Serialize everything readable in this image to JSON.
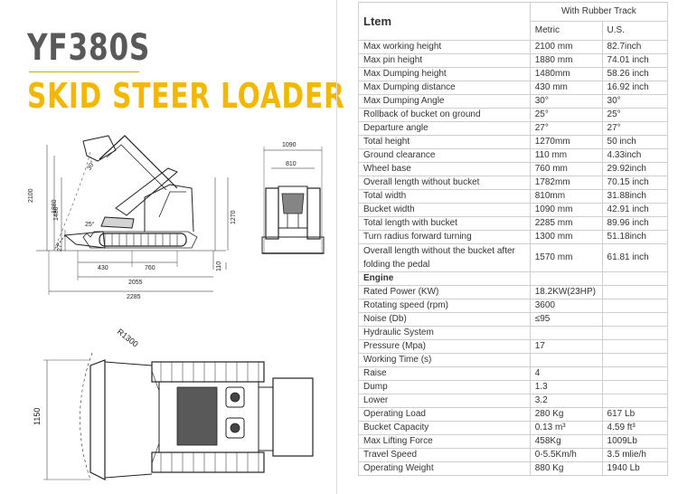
{
  "title": {
    "model": "YF380S",
    "subtitle": "SKID STEER LOADER"
  },
  "drawing": {
    "side_dims": [
      "2100",
      "1880",
      "1480",
      "27°",
      "430",
      "760",
      "2055",
      "2285",
      "30°",
      "25°",
      "1270",
      "110"
    ],
    "front_dims": [
      "1090",
      "810"
    ],
    "top_dims": [
      "R1300",
      "1150"
    ]
  },
  "spec": {
    "header": {
      "item": "Ltem",
      "group": "With Rubber Track",
      "metric": "Metric",
      "us": "U.S."
    },
    "rows": [
      [
        "Max working height",
        "2100 mm",
        "82.7inch"
      ],
      [
        "Max pin height",
        "1880 mm",
        "74.01 inch"
      ],
      [
        "Max Dumping height",
        "1480mm",
        "58.26 inch"
      ],
      [
        "Max Dumping distance",
        "430 mm",
        "16.92 inch"
      ],
      [
        "Max Dumping Angle",
        "30°",
        "30°"
      ],
      [
        "Rollback of bucket on ground",
        "25°",
        "25°"
      ],
      [
        "Departure angle",
        "27°",
        "27°"
      ],
      [
        "Total height",
        "1270mm",
        "50 inch"
      ],
      [
        "Ground clearance",
        "110 mm",
        "4.33inch"
      ],
      [
        "Wheel base",
        "760 mm",
        "29.92inch"
      ],
      [
        "Overall length without bucket",
        "1782mm",
        "70.15 inch"
      ],
      [
        "Total width",
        "810mm",
        "31.88inch"
      ],
      [
        "Bucket width",
        "1090 mm",
        "42.91 inch"
      ],
      [
        "Total length with bucket",
        "2285 mm",
        "89.96 inch"
      ],
      [
        "Turn radius forward turning",
        "1300 mm",
        "51.18inch"
      ]
    ],
    "overall_row": [
      "Overall length  without the bucket after folding the pedal",
      "1570 mm",
      "61.81 inch"
    ],
    "engine_label": "Engine",
    "rows2": [
      [
        "Rated Power (KW)",
        "18.2KW(23HP)",
        ""
      ],
      [
        "Rotating speed (rpm)",
        "3600",
        ""
      ],
      [
        "Noise (Db)",
        "≤95",
        ""
      ],
      [
        "Hydraulic System",
        "",
        ""
      ],
      [
        "Pressure (Mpa)",
        "17",
        ""
      ],
      [
        "Working Time (s)",
        "",
        ""
      ],
      [
        "Raise",
        "4",
        ""
      ],
      [
        "Dump",
        "1.3",
        ""
      ],
      [
        "Lower",
        "3.2",
        ""
      ],
      [
        "Operating Load",
        "280 Kg",
        "617 Lb"
      ],
      [
        "Bucket Capacity",
        "0.13 m³",
        "4.59 ft³"
      ],
      [
        "Max Lifting Force",
        "458Kg",
        "1009Lb"
      ],
      [
        "Travel Speed",
        "0-5.5Km/h",
        "3.5 mlie/h"
      ],
      [
        "Operating Weight",
        "880 Kg",
        "1940 Lb"
      ]
    ]
  }
}
